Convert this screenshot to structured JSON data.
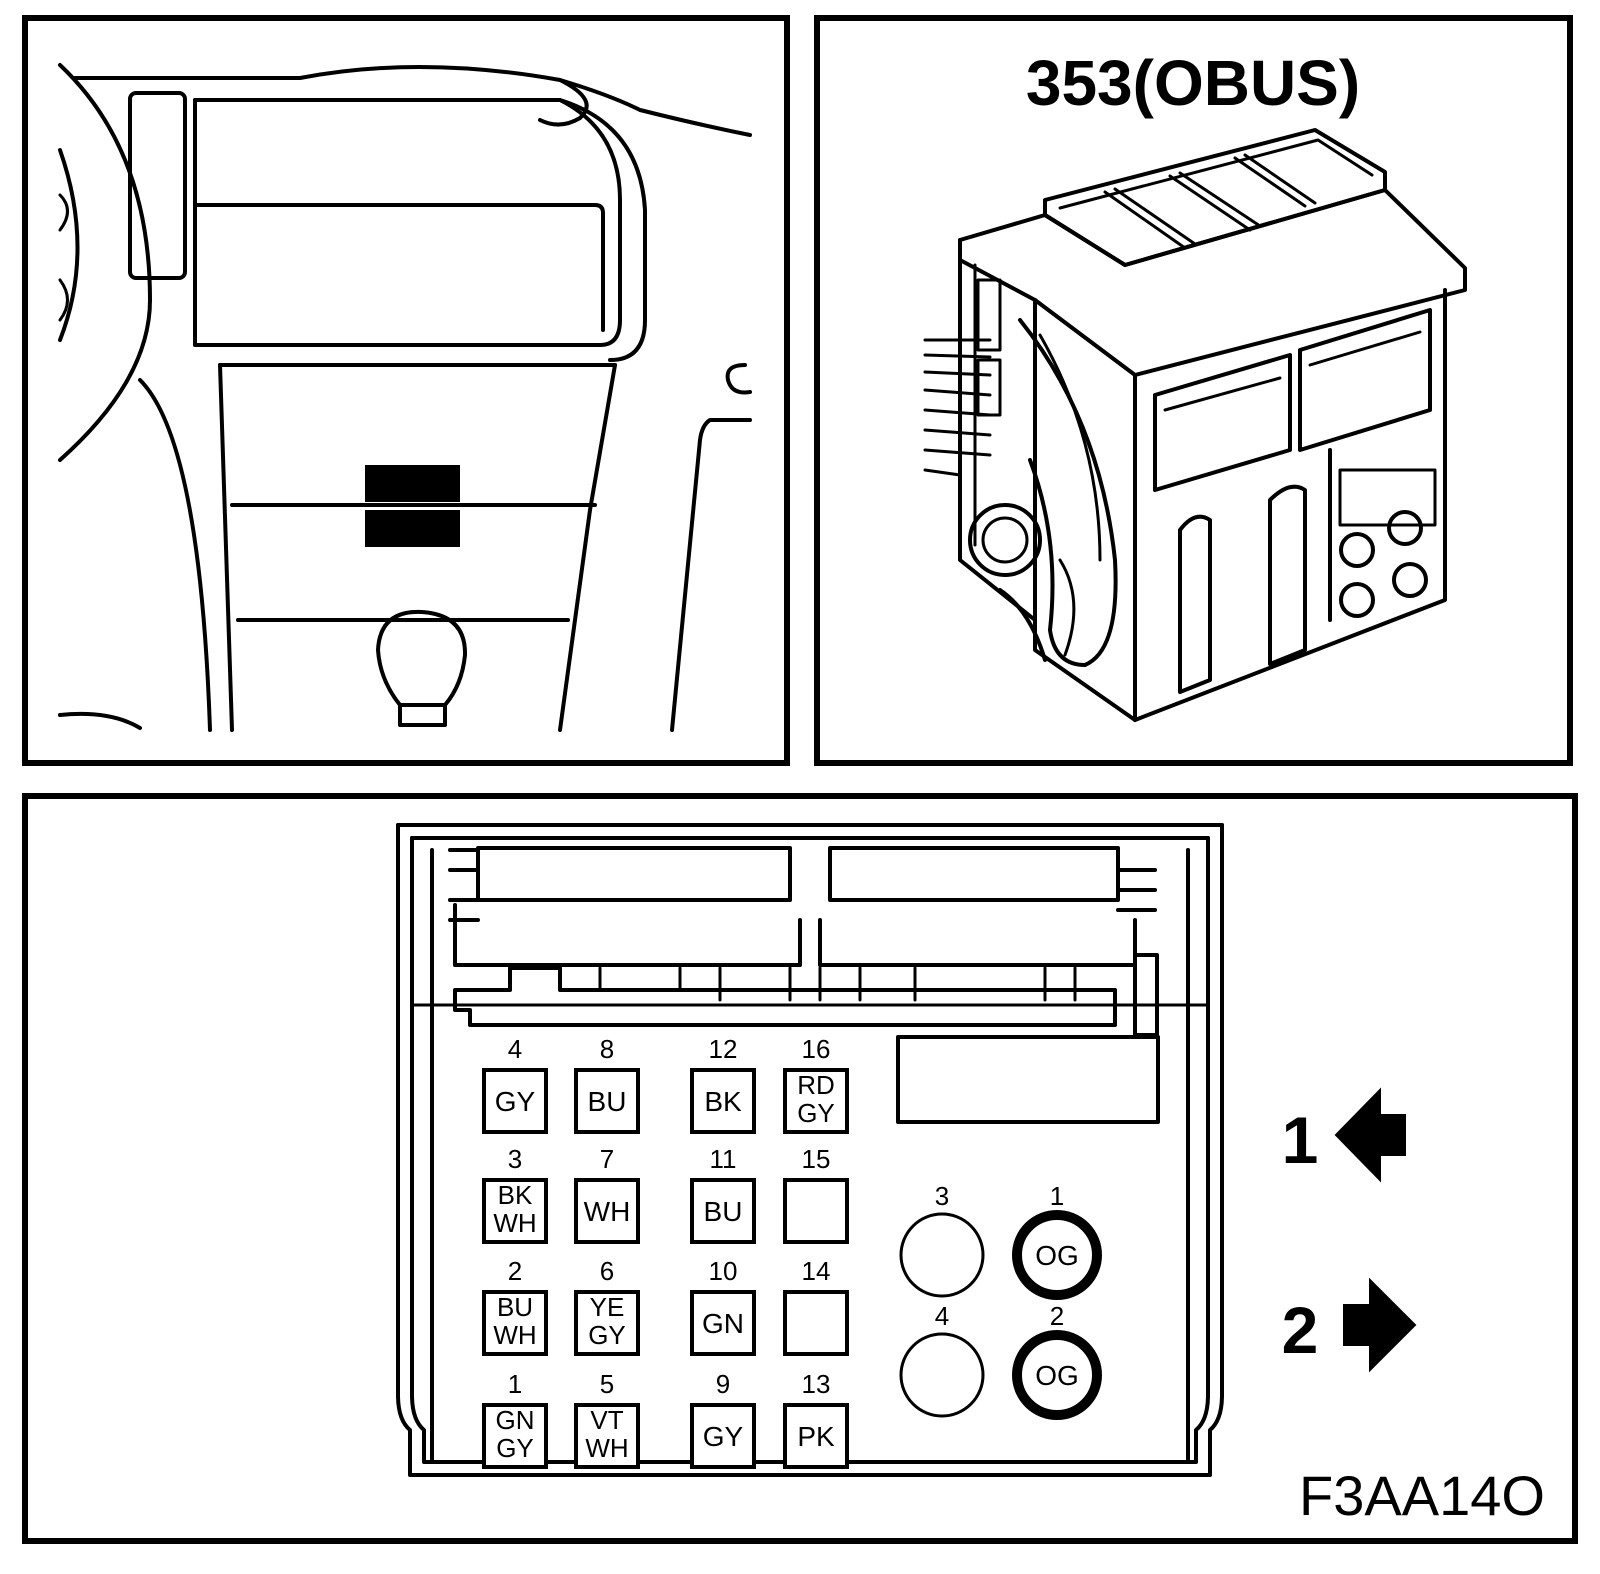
{
  "connector_title": "353(OBUS)",
  "figure_code": "F3AA14O",
  "pins": [
    {
      "number": "4",
      "color": [
        "GY"
      ]
    },
    {
      "number": "8",
      "color": [
        "BU"
      ]
    },
    {
      "number": "12",
      "color": [
        "BK"
      ]
    },
    {
      "number": "16",
      "color": [
        "RD",
        "GY"
      ]
    },
    {
      "number": "3",
      "color": [
        "BK",
        "WH"
      ]
    },
    {
      "number": "7",
      "color": [
        "WH"
      ]
    },
    {
      "number": "11",
      "color": [
        "BU"
      ]
    },
    {
      "number": "15",
      "color": []
    },
    {
      "number": "2",
      "color": [
        "BU",
        "WH"
      ]
    },
    {
      "number": "6",
      "color": [
        "YE",
        "GY"
      ]
    },
    {
      "number": "10",
      "color": [
        "GN"
      ]
    },
    {
      "number": "14",
      "color": []
    },
    {
      "number": "1",
      "color": [
        "GN",
        "GY"
      ]
    },
    {
      "number": "5",
      "color": [
        "VT",
        "WH"
      ]
    },
    {
      "number": "9",
      "color": [
        "GY"
      ]
    },
    {
      "number": "13",
      "color": [
        "PK"
      ]
    }
  ],
  "round_pins": [
    {
      "number": "3",
      "color": "",
      "thick": false
    },
    {
      "number": "1",
      "color": "OG",
      "thick": true
    },
    {
      "number": "4",
      "color": "",
      "thick": false
    },
    {
      "number": "2",
      "color": "OG",
      "thick": true
    }
  ],
  "arrows": [
    {
      "number": "1",
      "direction": "left"
    },
    {
      "number": "2",
      "direction": "right"
    }
  ]
}
